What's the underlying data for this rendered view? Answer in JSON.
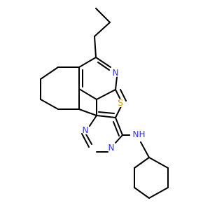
{
  "molecule": {
    "atoms": {
      "S": {
        "label": "S",
        "color": "#C8A000"
      },
      "N_py": {
        "label": "N",
        "color": "#3232E6"
      },
      "N_pm1": {
        "label": "N",
        "color": "#3232E6"
      },
      "N_pm2": {
        "label": "N",
        "color": "#3232E6"
      },
      "N_amine": {
        "label": "N",
        "color": "#3232E6"
      },
      "H_amine": {
        "label": "H",
        "color": "#3232E6"
      }
    }
  }
}
